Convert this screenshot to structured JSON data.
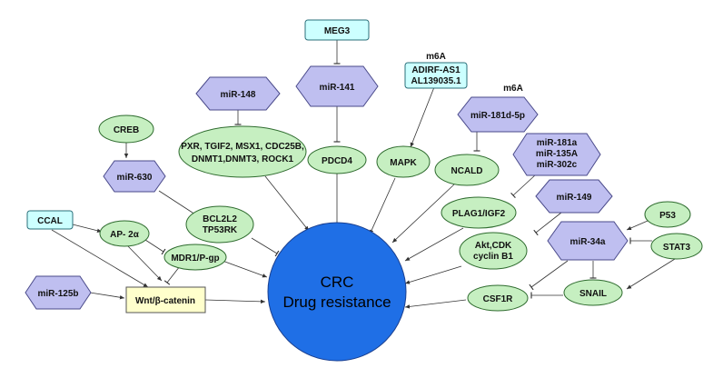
{
  "colors": {
    "green_fill": "#c6efc1",
    "green_stroke": "#2e6b2e",
    "purple_fill": "#bfbff0",
    "purple_stroke": "#4a4a8a",
    "cyan_fill": "#ccffff",
    "cyan_stroke": "#2a6f7a",
    "yellow_fill": "#ffffcc",
    "yellow_stroke": "#555555",
    "center_fill": "#1f6fe6",
    "center_stroke": "#1a3f8f"
  },
  "center": {
    "line1": "CRC",
    "line2": "Drug resistance"
  },
  "nodes": {
    "meg3": "MEG3",
    "m6a_top": "m6A",
    "adirf_line1": "ADIRF-AS1",
    "adirf_line2": "AL139035.1",
    "m6a_right": "m6A",
    "mir148": "miR-148",
    "mir141": "miR-141",
    "mir181d": "miR-181d-5p",
    "creb": "CREB",
    "targets_line1": "PXR, TGIF2, MSX1, CDC25B,",
    "targets_line2": "DNMT1,DNMT3, ROCK1",
    "pdcd4": "PDCD4",
    "mapk": "MAPK",
    "ncald": "NCALD",
    "mirs_line1": "miR-181a",
    "mirs_line2": "miR-135A",
    "mirs_line3": "miR-302c",
    "mir630": "miR-630",
    "bcl_line1": "BCL2L2",
    "bcl_line2": "TP53RK",
    "plag1": "PLAG1/IGF2",
    "mir149": "miR-149",
    "ccal": "CCAL",
    "ap2": "AP- 2α",
    "mdr1": "MDR1/P-gp",
    "akt_line1": "Akt,CDK",
    "akt_line2": "cyclin B1",
    "p53": "P53",
    "mir34a": "miR-34a",
    "stat3": "STAT3",
    "mir125b": "miR-125b",
    "wnt": "Wnt/β-catenin",
    "csf1r": "CSF1R",
    "snail": "SNAIL"
  }
}
